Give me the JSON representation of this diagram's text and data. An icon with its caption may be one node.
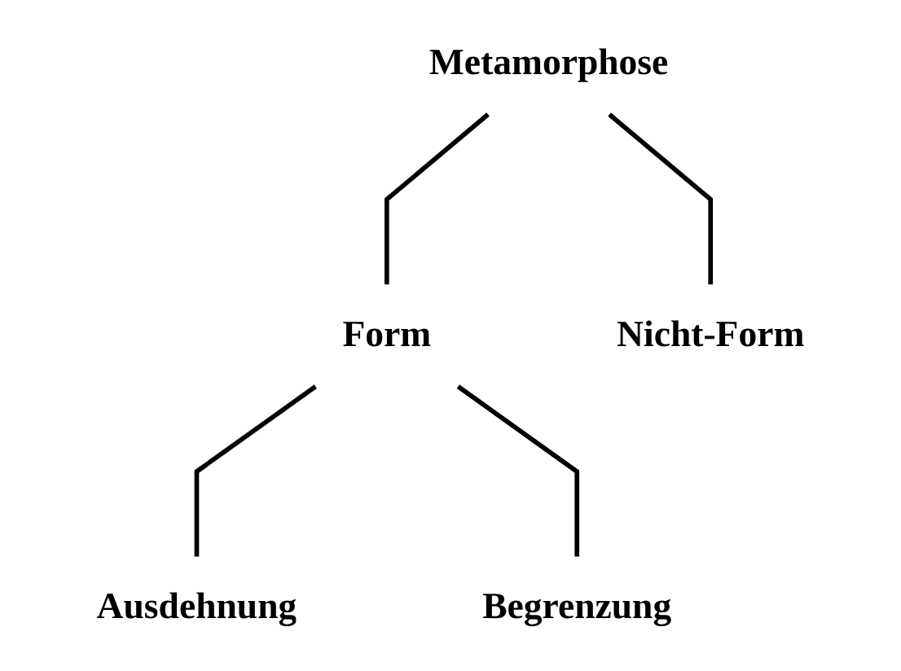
{
  "diagram": {
    "nodes": [
      {
        "text": [
          "Metamorphose"
        ]
      },
      {
        "text": [
          "Form"
        ]
      },
      {
        "text": [
          "Nicht-Form"
        ]
      },
      {
        "text": [
          "Ausdehnung"
        ]
      },
      {
        "text": [
          "Begrenzung"
        ]
      }
    ],
    "edges": [
      {
        "from": 0,
        "to": 1,
        "arrow": "none"
      },
      {
        "from": 0,
        "to": 2,
        "arrow": "none"
      },
      {
        "from": 1,
        "to": 3,
        "arrow": "none"
      },
      {
        "from": 1,
        "to": 4,
        "arrow": "none"
      }
    ]
  }
}
